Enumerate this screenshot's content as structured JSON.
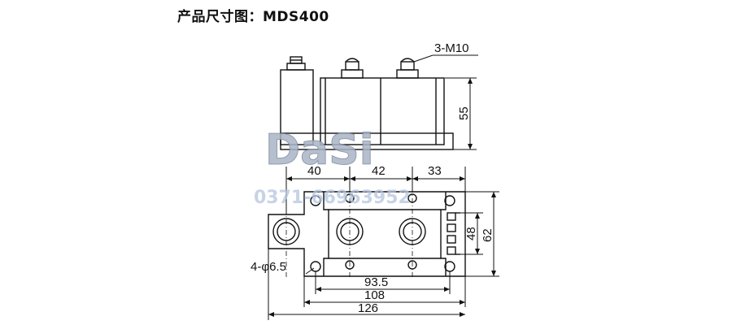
{
  "title": "产品尺寸图：MDS400",
  "watermark": {
    "brand": "DaSi",
    "phone": "0371-66963952"
  },
  "dimensions": {
    "bolts": "3-M10",
    "height": "55",
    "pitch_left": "40",
    "pitch_mid": "42",
    "pitch_right": "33",
    "holes": "4-φ6.5",
    "span_93_5": "93.5",
    "span_108": "108",
    "span_126": "126",
    "height_48": "48",
    "height_62": "62"
  },
  "colors": {
    "line": "#111111",
    "watermark": "#9aa8bc",
    "watermark_text": "#b5c6e0"
  }
}
